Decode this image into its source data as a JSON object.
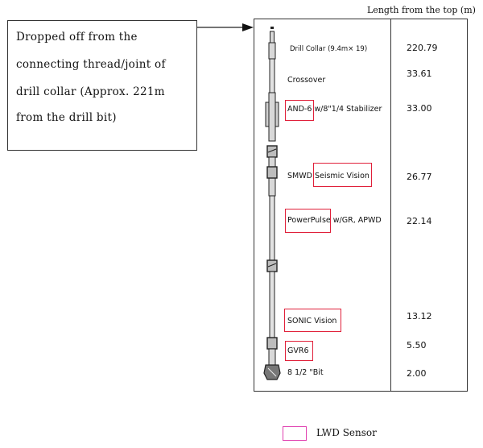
{
  "header": {
    "length_label": "Length from the top (m)"
  },
  "note": {
    "lines": [
      "Dropped off from the",
      "connecting thread/joint of",
      "drill collar (Approx. 221m",
      "from the drill bit)"
    ]
  },
  "components": [
    {
      "label": "Drill Collar (9.4m× 19)",
      "length": "220.79"
    },
    {
      "label": "Crossover",
      "length": "33.61"
    },
    {
      "label": "AND-6 w/8\"1/4 Stabilizer",
      "length": "33.00"
    },
    {
      "label": "SMWD Seismic Vision",
      "length": "26.77"
    },
    {
      "label": "PowerPulse w/GR, APWD",
      "length": "22.14"
    },
    {
      "label": "SONIC Vision",
      "length": "13.12"
    },
    {
      "label": "GVR6",
      "length": "5.50"
    },
    {
      "label": "8  1/2 \"Bit",
      "length": "2.00"
    }
  ],
  "legend": {
    "label": "LWD Sensor"
  },
  "colors": {
    "sensor_box": "#e0203a",
    "legend_box": "#e040b0",
    "tool_fill": "#d8d8d8",
    "tool_stroke": "#222222"
  }
}
